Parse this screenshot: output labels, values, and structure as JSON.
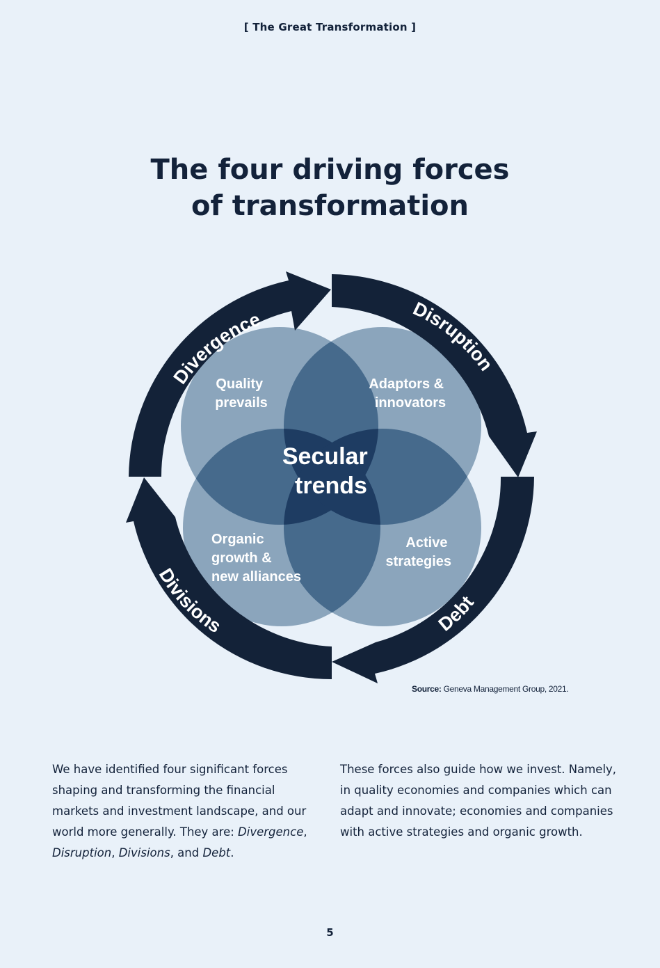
{
  "header": "[ The Great Transformation ]",
  "title": {
    "line1": "The four driving forces",
    "line2": "of transformation"
  },
  "diagram": {
    "forces": {
      "top_left": "Divergence",
      "top_right": "Disruption",
      "bottom_right": "Debt",
      "bottom_left": "Divisions"
    },
    "center": {
      "line1": "Secular",
      "line2": "trends"
    },
    "circles": {
      "top_left": [
        "Quality",
        "prevails"
      ],
      "top_right": [
        "Adaptors &",
        "innovators"
      ],
      "bottom_left": [
        "Organic",
        "growth &",
        "new alliances"
      ],
      "bottom_right": [
        "Active",
        "strategies"
      ]
    },
    "colors": {
      "arrow": "#132238",
      "circle": "#8ba5bc",
      "overlap": "#466a8c",
      "center": "#1e3c62",
      "background": "#e9f1f9"
    }
  },
  "source": {
    "label": "Source:",
    "text": "Geneva Management Group, 2021."
  },
  "body": {
    "left": {
      "p1": "We have identified four significant forces shaping and transforming the financial markets and investment landscape, and our world more generally. They are: ",
      "i1": "Divergence",
      "s1": ", ",
      "i2": "Disruption",
      "s2": ", ",
      "i3": "Divisions",
      "s3": ", and ",
      "i4": "Debt",
      "s4": "."
    },
    "right": "These forces also guide how we invest. Namely, in quality economies and companies which can adapt and innovate; economies and companies with active strategies and organic growth."
  },
  "page_number": "5"
}
